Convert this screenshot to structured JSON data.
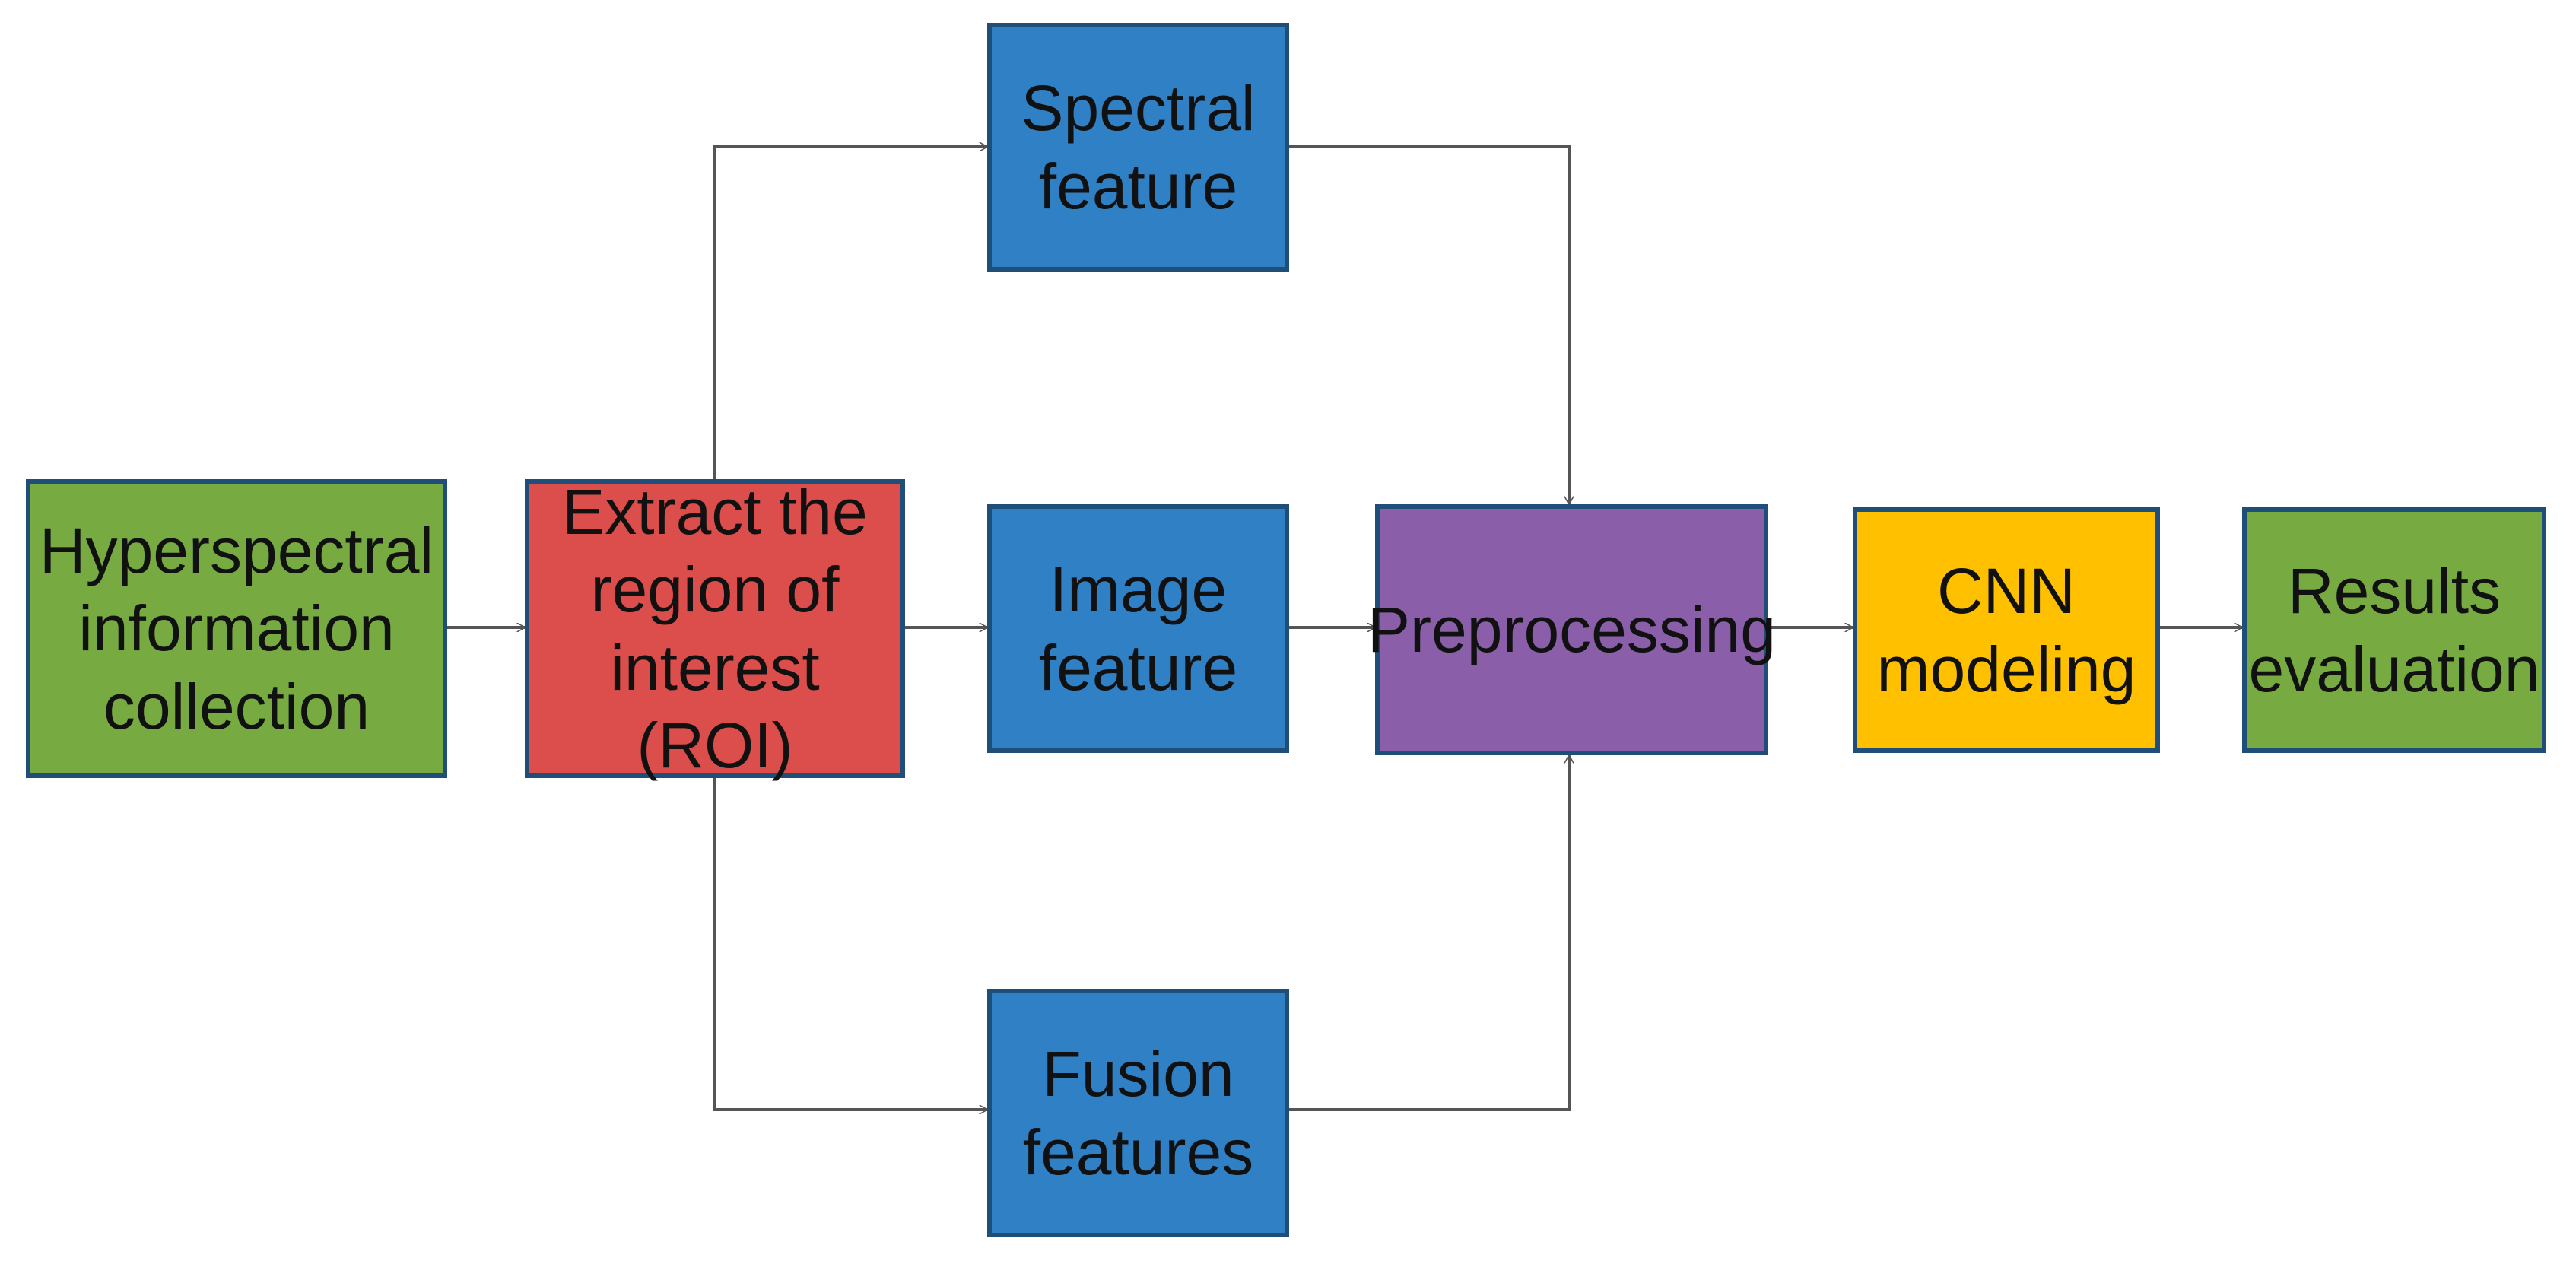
{
  "nodes": {
    "hyperspectral": {
      "label": "Hyperspectral\ninformation\ncollection",
      "color": "#77ab42"
    },
    "extract_roi": {
      "label": "Extract the\nregion of\ninterest (ROI)",
      "color": "#dc4e4b"
    },
    "spectral": {
      "label": "Spectral\nfeature",
      "color": "#2f80c4"
    },
    "image": {
      "label": "Image\nfeature",
      "color": "#2f80c4"
    },
    "fusion": {
      "label": "Fusion\nfeatures",
      "color": "#2f80c4"
    },
    "preprocessing": {
      "label": "Preprocessing",
      "color": "#8a5ea8"
    },
    "cnn": {
      "label": "CNN\nmodeling",
      "color": "#ffc000"
    },
    "results": {
      "label": "Results\nevaluation",
      "color": "#77ab42"
    }
  },
  "edges": [
    {
      "from": "hyperspectral",
      "to": "extract_roi"
    },
    {
      "from": "extract_roi",
      "to": "spectral"
    },
    {
      "from": "extract_roi",
      "to": "image"
    },
    {
      "from": "extract_roi",
      "to": "fusion"
    },
    {
      "from": "spectral",
      "to": "preprocessing"
    },
    {
      "from": "image",
      "to": "preprocessing"
    },
    {
      "from": "fusion",
      "to": "preprocessing"
    },
    {
      "from": "preprocessing",
      "to": "cnn"
    },
    {
      "from": "cnn",
      "to": "results"
    }
  ],
  "style": {
    "border_color": "#1f4e79",
    "connector_color": "#555555"
  }
}
